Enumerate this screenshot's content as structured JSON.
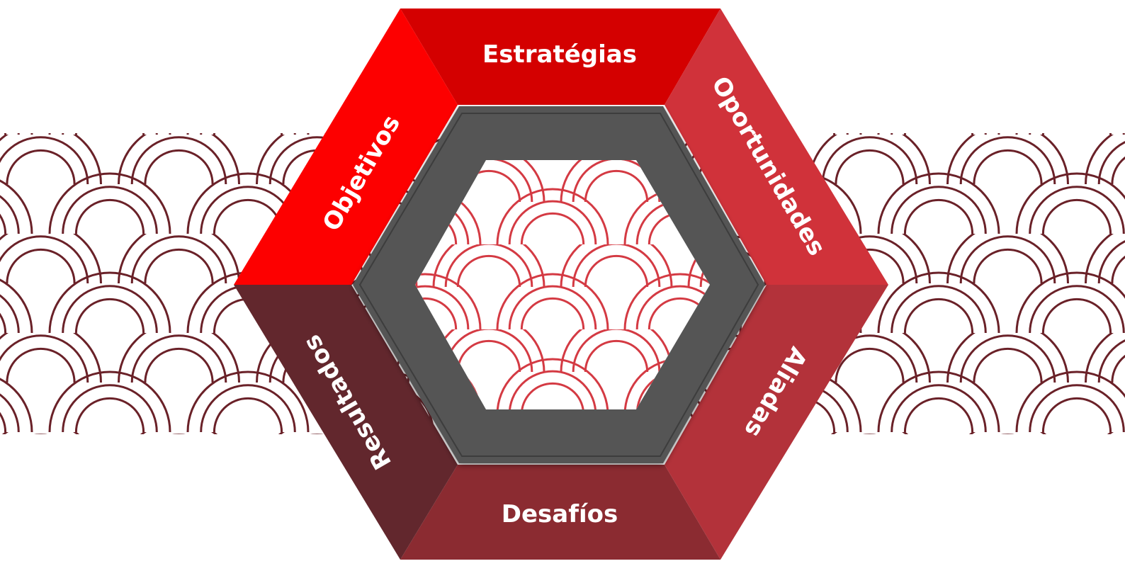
{
  "diagram": {
    "segments": [
      {
        "id": "top",
        "label": "Estratégias",
        "color": "#d40000"
      },
      {
        "id": "top-right",
        "label": "Oportunidades",
        "color": "#d0323a"
      },
      {
        "id": "bottom-right",
        "label": "Aliadas",
        "color": "#b3323a"
      },
      {
        "id": "bottom",
        "label": "Desafíos",
        "color": "#8b2b31"
      },
      {
        "id": "bottom-left",
        "label": "Resultados",
        "color": "#62272d"
      },
      {
        "id": "top-left",
        "label": "Objetivos",
        "color": "#fd0000"
      }
    ],
    "ring_color": "#555555",
    "pattern_color_outer": "#6a2128",
    "pattern_color_inner": "#d43a43"
  }
}
